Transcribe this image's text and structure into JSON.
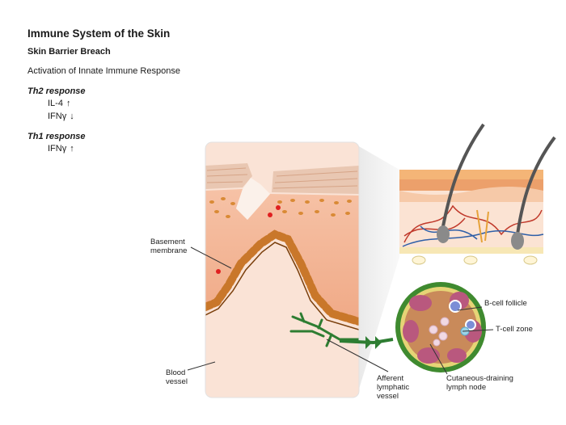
{
  "header": {
    "title": "Immune System of the Skin",
    "subtitle": "Skin Barrier Breach",
    "activation": "Activation of Innate Immune Response"
  },
  "responses": [
    {
      "heading": "Th2 response",
      "cytokines": [
        {
          "name": "IL-4",
          "direction": "↑"
        },
        {
          "name": "IFNγ",
          "direction": "↓"
        }
      ]
    },
    {
      "heading": "Th1 response",
      "cytokines": [
        {
          "name": "IFNγ",
          "direction": "↑"
        }
      ]
    }
  ],
  "labels": {
    "basement_membrane": [
      "Basement",
      "membrane"
    ],
    "blood_vessel": [
      "Blood",
      "vessel"
    ],
    "afferent_lymphatic_vessel": [
      "Afferent",
      "lymphatic",
      "vessel"
    ],
    "cutaneous_lymph_node": [
      "Cutaneous-draining",
      "lymph node"
    ],
    "b_cell_follicle": "B-cell follicle",
    "t_cell_zone": "T-cell zone"
  },
  "colors": {
    "epidermis": "#f2b08f",
    "stratum_corneum": "#e8c0a8",
    "dermis": "#fae3d6",
    "basal_cells": "#b8650f",
    "lymph_node_capsule": "#3f8a2f",
    "lymph_vessel": "#2e7d32",
    "lymph_node_interior": "#b9587e",
    "red_cells": "#e02020"
  }
}
